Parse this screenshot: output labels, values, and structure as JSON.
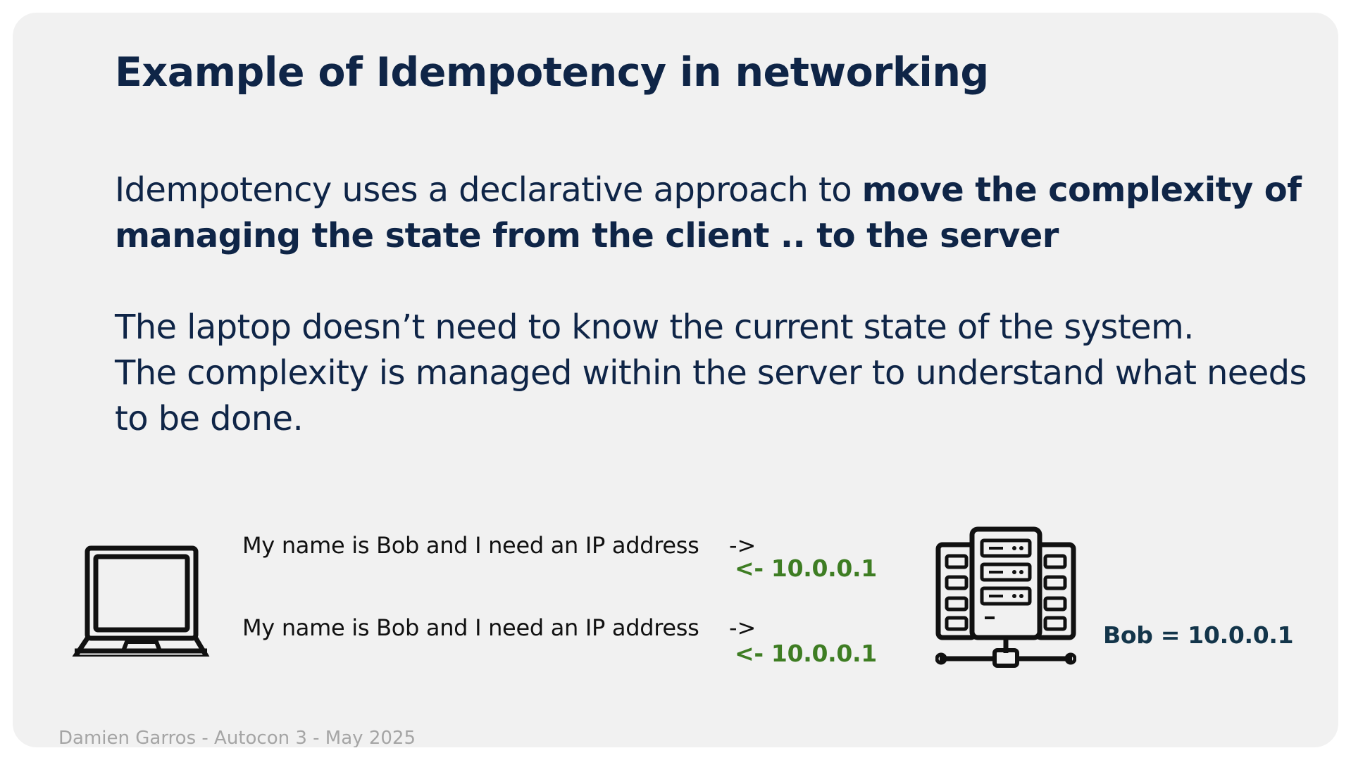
{
  "slide": {
    "title": "Example of Idempotency in networking",
    "paragraph1": {
      "normal": "Idempotency uses a declarative approach to ",
      "bold": "move the complexity of managing the state from the client .. to the server"
    },
    "paragraph2": {
      "line1": "The laptop doesn’t need to know the current state of the system.",
      "line2": "The complexity is managed within the server to understand what needs to be done."
    },
    "exchange": [
      {
        "request": "My name is Bob and I need an IP address",
        "arrow": "->",
        "response": "<- 10.0.0.1"
      },
      {
        "request": "My name is Bob and I need an IP address",
        "arrow": "->",
        "response": "<- 10.0.0.1"
      }
    ],
    "server_state": "Bob = 10.0.0.1",
    "footer": "Damien Garros - Autocon 3 - May 2025",
    "icons": [
      "laptop-icon",
      "server-icon"
    ],
    "colors": {
      "title": "#0f2547",
      "response": "#3e7d23",
      "server_state": "#13354a",
      "footer": "#a5a5a5",
      "background": "#f1f1f1"
    }
  }
}
